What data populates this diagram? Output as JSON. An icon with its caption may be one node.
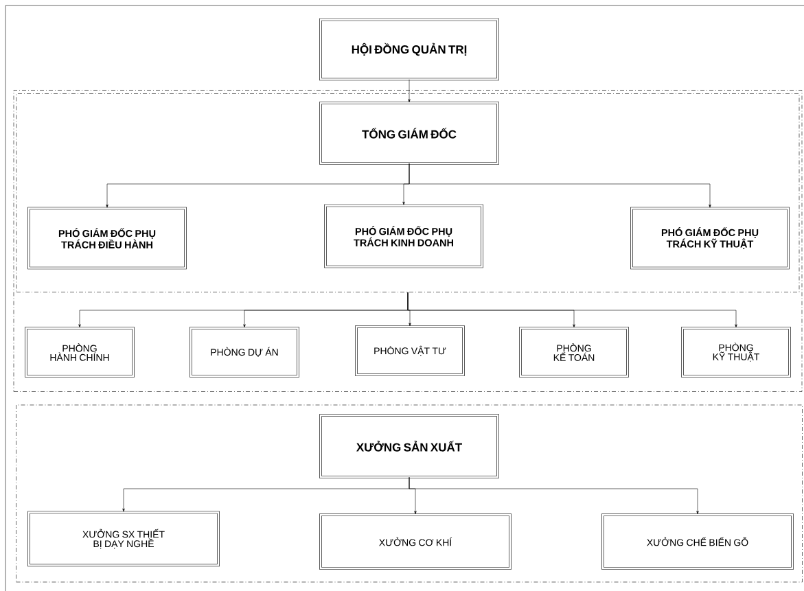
{
  "diagram": {
    "nodes": [
      {
        "text": [
          "HỘI ĐỒNG QUẢN TRỊ"
        ]
      },
      {
        "text": [],
        "shape": "box"
      },
      {
        "text": [],
        "shape": "box",
        "in": 1
      },
      {
        "text": [
          "TỔNG GIÁM ĐỐC"
        ],
        "in": 2
      },
      {
        "text": [
          "PHÓ GIÁM ĐỐC PHỤ TRÁCH ĐIỀU HÀNH"
        ],
        "in": 2
      },
      {
        "text": [
          "PHÓ GIÁM ĐỐC PHỤ TRÁCH KINH DOANH"
        ],
        "in": 2
      },
      {
        "text": [
          "PHÓ GIÁM ĐỐC PHỤ TRÁCH KỸ THUẬT"
        ],
        "in": 2
      },
      {
        "text": [
          "PHÒNG HÀNH CHÍNH"
        ],
        "in": 1
      },
      {
        "text": [
          "PHÒNG DỰ ÁN"
        ],
        "in": 1
      },
      {
        "text": [
          "PHÒNG VẬT TƯ"
        ],
        "in": 1
      },
      {
        "text": [
          "PHÒNG KẾ TOÁN"
        ],
        "in": 1
      },
      {
        "text": [
          "PHÒNG KỸ THUẬT"
        ],
        "in": 1
      },
      {
        "text": [],
        "shape": "box"
      },
      {
        "text": [
          "XƯỞNG SẢN XUẤT"
        ],
        "in": 12
      },
      {
        "text": [
          "XƯỞNG SX THIẾT BỊ DẠY NGHỀ"
        ],
        "in": 12
      },
      {
        "text": [
          "XƯỞNG CƠ KHÍ"
        ],
        "in": 12
      },
      {
        "text": [
          "XƯỞNG CHẾ BIẾN GỖ"
        ],
        "in": 12
      }
    ],
    "edges": [
      {
        "from": 0,
        "to": 3,
        "arrow": "to"
      },
      {
        "from": 3,
        "to": 4,
        "arrow": "to"
      },
      {
        "from": 3,
        "to": 5,
        "arrow": "to"
      },
      {
        "from": 3,
        "to": 6,
        "arrow": "to"
      },
      {
        "from": 2,
        "to": 7,
        "arrow": "to"
      },
      {
        "from": 2,
        "to": 8,
        "arrow": "to"
      },
      {
        "from": 2,
        "to": 9,
        "arrow": "to"
      },
      {
        "from": 2,
        "to": 10,
        "arrow": "to"
      },
      {
        "from": 2,
        "to": 11,
        "arrow": "to"
      },
      {
        "from": 13,
        "to": 14,
        "arrow": "to"
      },
      {
        "from": 13,
        "to": 15,
        "arrow": "to"
      },
      {
        "from": 13,
        "to": 16,
        "arrow": "to"
      }
    ]
  }
}
